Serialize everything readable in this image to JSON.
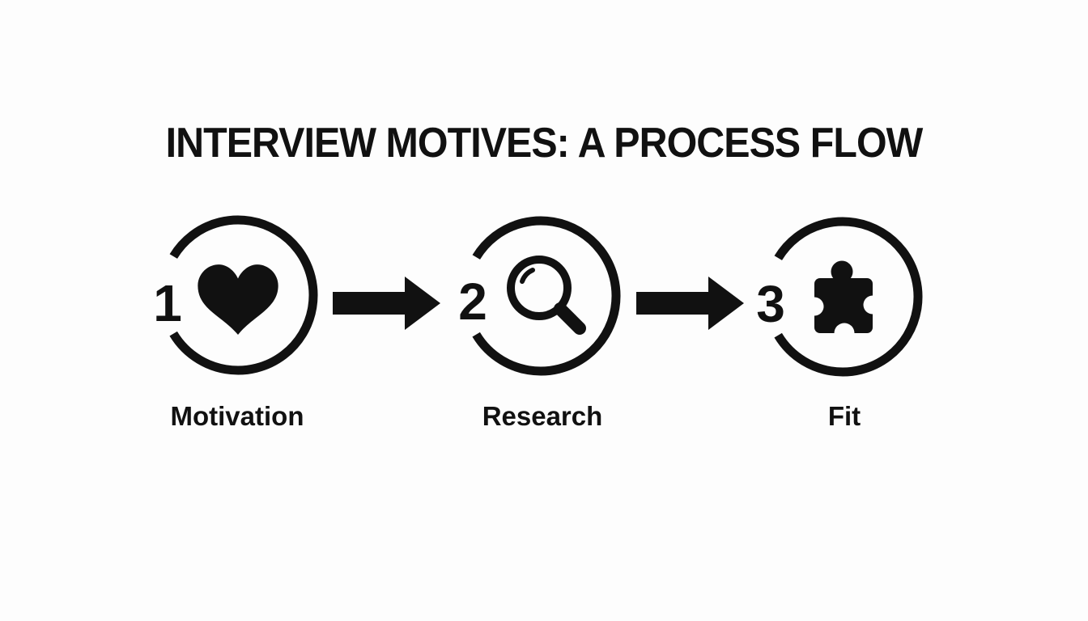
{
  "title": "INTERVIEW MOTIVES: A PROCESS FLOW",
  "colors": {
    "ink": "#111111",
    "background": "#fdfdfd"
  },
  "steps": [
    {
      "number": "1",
      "label": "Motivation",
      "icon": "heart-icon"
    },
    {
      "number": "2",
      "label": "Research",
      "icon": "magnifier-icon"
    },
    {
      "number": "3",
      "label": "Fit",
      "icon": "puzzle-icon"
    }
  ],
  "connectors": [
    {
      "icon": "arrow-right-icon"
    },
    {
      "icon": "arrow-right-icon"
    }
  ]
}
